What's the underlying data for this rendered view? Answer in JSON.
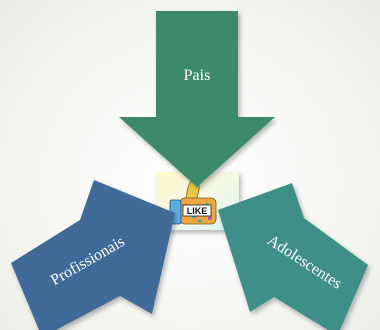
{
  "diagram": {
    "arrows": [
      {
        "id": "top",
        "label": "Pais",
        "color": "#3c8a6a"
      },
      {
        "id": "left",
        "label": "Profissionais",
        "color": "#3f6a98"
      },
      {
        "id": "right",
        "label": "Adolescentes",
        "color": "#3d8f88"
      }
    ],
    "center": {
      "badge_text": "LIKE",
      "icon": "thumbs-up-icon"
    }
  }
}
